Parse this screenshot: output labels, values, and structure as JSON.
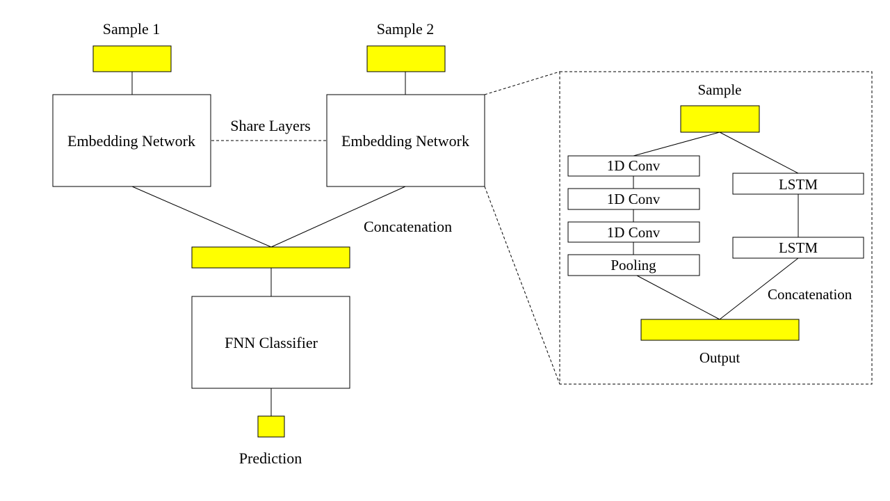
{
  "colors": {
    "tensor_fill": "#ffff00",
    "stroke": "#000000",
    "background": "#ffffff"
  },
  "labels": {
    "sample1": "Sample 1",
    "sample2": "Sample 2",
    "embedding_network_1": "Embedding Network",
    "embedding_network_2": "Embedding Network",
    "share_layers": "Share Layers",
    "concatenation_main": "Concatenation",
    "fnn_classifier": "FNN Classifier",
    "prediction": "Prediction"
  },
  "detail": {
    "sample": "Sample",
    "conv1": "1D Conv",
    "conv2": "1D Conv",
    "conv3": "1D Conv",
    "pooling": "Pooling",
    "lstm1": "LSTM",
    "lstm2": "LSTM",
    "concatenation": "Concatenation",
    "output": "Output"
  }
}
